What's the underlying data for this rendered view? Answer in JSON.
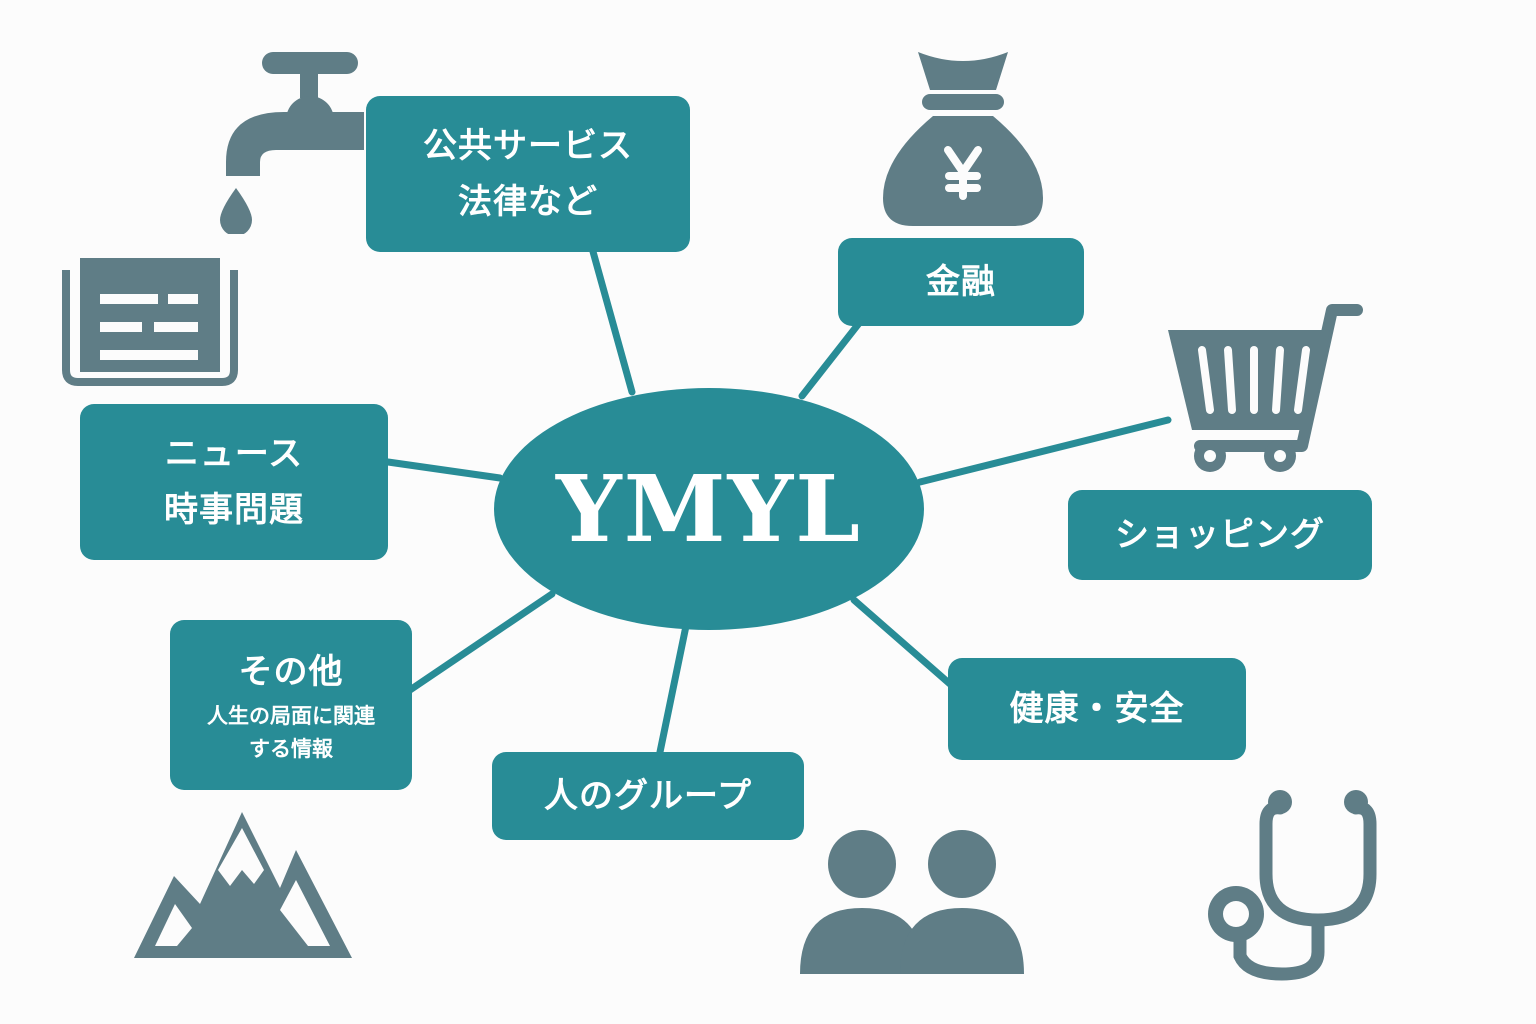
{
  "center": {
    "label": "YMYL"
  },
  "nodes": {
    "public": {
      "line1": "公共サービス",
      "line2": "法律など"
    },
    "finance": {
      "label": "金融"
    },
    "news": {
      "line1": "ニュース",
      "line2": "時事問題"
    },
    "shopping": {
      "label": "ショッピング"
    },
    "other": {
      "title": "その他",
      "sub1": "人生の局面に関連",
      "sub2": "する情報"
    },
    "health": {
      "label": "健康・安全"
    },
    "groups": {
      "label": "人のグループ"
    }
  },
  "icons": [
    "faucet-icon",
    "money-bag-icon",
    "newspaper-icon",
    "shopping-cart-icon",
    "mountain-icon",
    "people-icon",
    "stethoscope-icon"
  ],
  "colors": {
    "accent": "#288c96",
    "icon": "#5f7d86",
    "background": "#fcfcfc"
  }
}
